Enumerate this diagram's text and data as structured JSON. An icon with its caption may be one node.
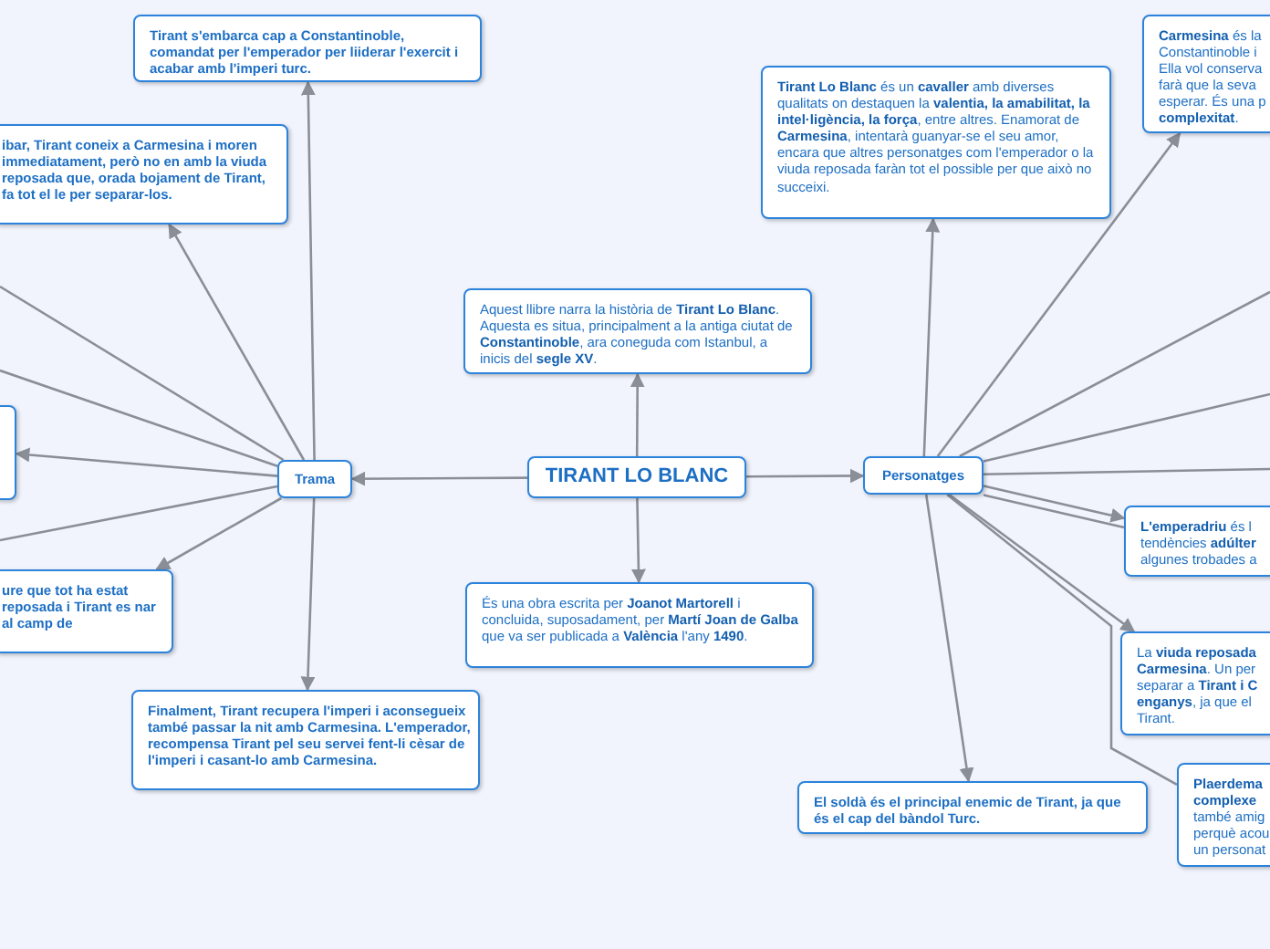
{
  "diagram": {
    "nodes": [
      {
        "text": [
          "TIRANT LO BLANC"
        ]
      },
      {
        "text": [
          "Aquest llibre narra la història de **Tirant Lo Blanc**. Aquesta es situa, principalment a la antiga ciutat de **Constantinoble**, ara coneguda com Istanbul, a inicis del **segle XV**."
        ]
      },
      {
        "text": [
          "És una obra escrita per **Joanot Martorell** i concluida, suposadament, per **Martí Joan de Galba** que va ser publicada a **València** l'any **1490**."
        ]
      },
      {
        "text": [
          "Trama"
        ]
      },
      {
        "text": [
          "Personatges"
        ]
      },
      {
        "text": [
          "Tirant s'embarca cap a Constantinoble, comandat per l'emperador per liiderar l'exercit i acabar amb l'imperi turc."
        ]
      },
      {
        "text": [
          "ibar, Tirant coneix a Carmesina i moren immediatament, però no en amb la viuda reposada que, orada bojament de Tirant, fa tot el le per separar-los."
        ]
      },
      {
        "text": [],
        "shape": "box"
      },
      {
        "text": [
          "ure que tot ha estat reposada i Tirant es nar al camp de"
        ]
      },
      {
        "text": [
          "Finalment, Tirant recupera l'imperi i aconsegueix també passar la nit amb Carmesina. L'emperador, recompensa Tirant pel seu servei fent-li cèsar de l'imperi i casant-lo amb Carmesina."
        ]
      },
      {
        "text": [
          "**Tirant Lo Blanc** és un **cavaller** amb diverses qualitats on destaquen la **valentia, la amabilitat, la intel·ligència, la força**, entre altres. Enamorat de **Carmesina**, intentarà guanyar-se el seu amor, encara que altres personatges com l'emperador o la viuda reposada faràn tot el possible per que això no succeixi."
        ]
      },
      {
        "text": [
          "**Carmesina** és la Constantinoble i Ella vol conserva farà que la seva esperar. És una p **complexitat**."
        ]
      },
      {
        "text": [
          "**L'emperadriu** és l tendències **adúlter** algunes trobades a"
        ]
      },
      {
        "text": [
          "La **viuda reposada** **Carmesina**. Un per separar a **Tirant i C** **enganys**, ja que el Tirant."
        ]
      },
      {
        "text": [
          "**Plaerdema** **complexe** també amig perquè acou un personat"
        ]
      },
      {
        "text": [
          "El soldà és el principal enemic de Tirant, ja que és el cap del bàndol Turc."
        ]
      }
    ],
    "edges": [
      {
        "from": 0,
        "to": 1,
        "arrow": "to"
      },
      {
        "from": 0,
        "to": 2,
        "arrow": "to"
      },
      {
        "from": 0,
        "to": 3,
        "arrow": "to"
      },
      {
        "from": 0,
        "to": 4,
        "arrow": "to"
      },
      {
        "from": 3,
        "to": 5,
        "arrow": "to"
      },
      {
        "from": 3,
        "to": 6,
        "arrow": "to"
      },
      {
        "from": 3,
        "to": null,
        "arrow": "none"
      },
      {
        "from": 3,
        "to": null,
        "arrow": "none"
      },
      {
        "from": 3,
        "to": 7,
        "arrow": "to"
      },
      {
        "from": 3,
        "to": null,
        "arrow": "none"
      },
      {
        "from": 3,
        "to": 8,
        "arrow": "to"
      },
      {
        "from": 3,
        "to": 9,
        "arrow": "to"
      },
      {
        "from": 4,
        "to": 10,
        "arrow": "to"
      },
      {
        "from": 4,
        "to": 11,
        "arrow": "to"
      },
      {
        "from": 4,
        "to": null,
        "arrow": "none"
      },
      {
        "from": 4,
        "to": null,
        "arrow": "none"
      },
      {
        "from": 4,
        "to": null,
        "arrow": "none"
      },
      {
        "from": 4,
        "to": 12,
        "arrow": "to"
      },
      {
        "from": 4,
        "to": 12,
        "arrow": "none"
      },
      {
        "from": 4,
        "to": 13,
        "arrow": "to"
      },
      {
        "from": 4,
        "to": 14,
        "arrow": "none"
      },
      {
        "from": 4,
        "to": 15,
        "arrow": "to"
      }
    ]
  }
}
